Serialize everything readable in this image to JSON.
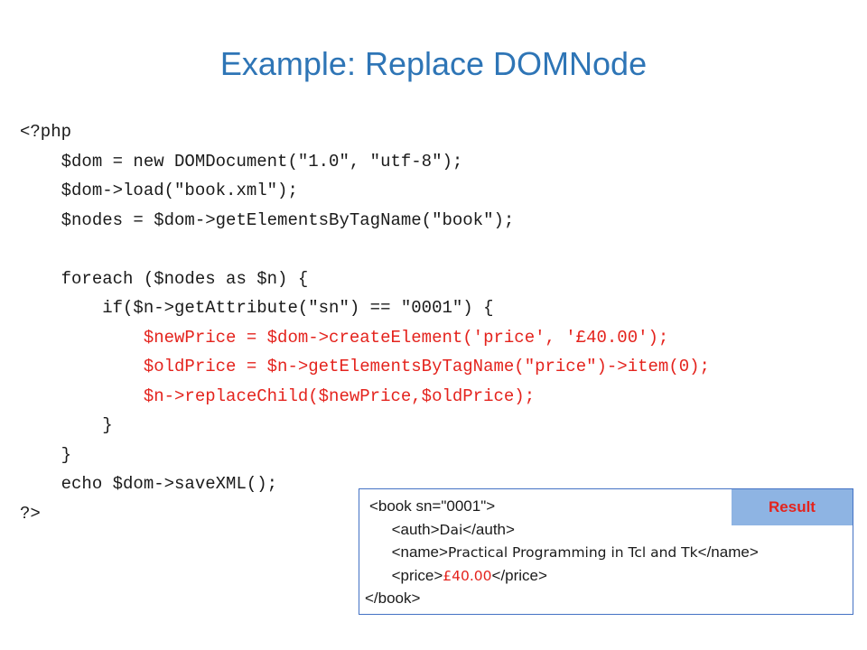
{
  "title": "Example: Replace DOMNode",
  "code": {
    "lines": [
      "<?php",
      "    $dom = new DOMDocument(\"1.0\", \"utf-8\");",
      "    $dom->load(\"book.xml\");",
      "    $nodes = $dom->getElementsByTagName(\"book\");",
      "",
      "    foreach ($nodes as $n) {",
      "        if($n->getAttribute(\"sn\") == \"0001\") {",
      "            $newPrice = $dom->createElement('price', '£40.00');",
      "            $oldPrice = $n->getElementsByTagName(\"price\")->item(0);",
      "            $n->replaceChild($newPrice,$oldPrice);",
      "        }",
      "    }",
      "    echo $dom->saveXML();",
      "?>"
    ]
  },
  "result": {
    "badge": "Result",
    "xml": {
      "book_open_lt": "<",
      "book_open_tag": "book",
      "book_open_attr": " sn=\"0001\"",
      "book_open_gt": ">",
      "auth_open": "<auth>",
      "auth_text": "Dai",
      "auth_close": "</auth>",
      "name_open": "<name>",
      "name_text": "Practical Programming in Tcl and Tk",
      "name_close": "</name>",
      "price_open": "<price>",
      "price_text": "£40.00",
      "price_close": "</price>",
      "book_close": "</book>"
    }
  },
  "colors": {
    "title": "#2e75b6",
    "code_text": "#1a1a1a",
    "highlight": "#e4231d",
    "result_border": "#4472c4",
    "result_badge_bg": "#8eb4e3"
  }
}
